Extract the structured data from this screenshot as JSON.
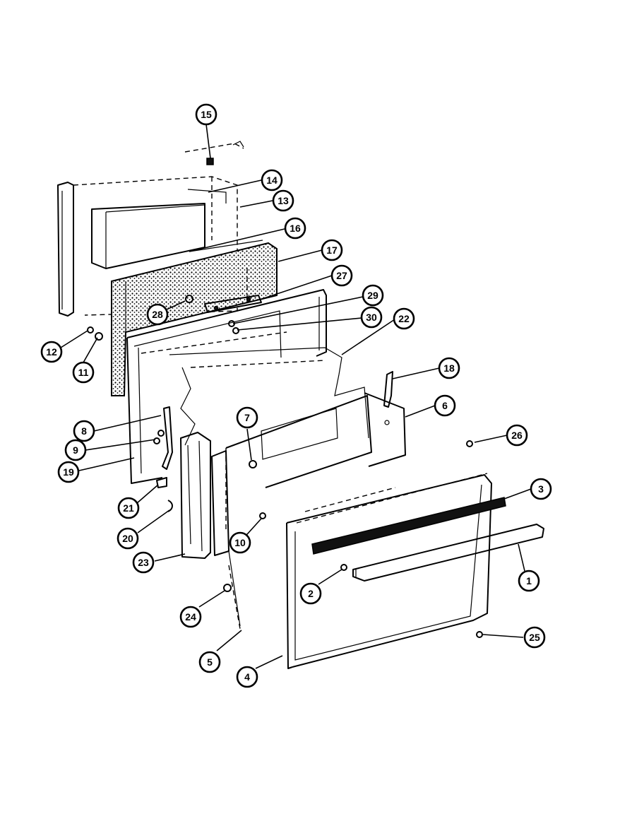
{
  "callouts": [
    "15",
    "14",
    "13",
    "16",
    "17",
    "27",
    "29",
    "30",
    "22",
    "28",
    "12",
    "11",
    "18",
    "6",
    "26",
    "8",
    "9",
    "7",
    "19",
    "3",
    "21",
    "10",
    "20",
    "1",
    "23",
    "2",
    "24",
    "25",
    "5",
    "4"
  ]
}
